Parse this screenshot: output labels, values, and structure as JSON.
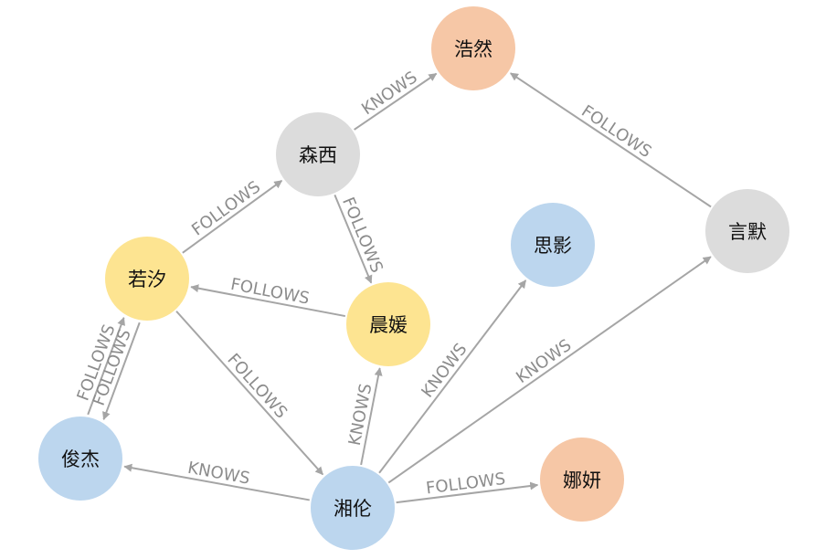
{
  "colors": {
    "edge": "#a5a5a5",
    "edge_label": "#8c8c8c",
    "node_label": "#111111",
    "orange": "#f6c7a6",
    "gray": "#dcdcdc",
    "yellow": "#fde491",
    "blue": "#bcd6ee"
  },
  "nodes": [
    {
      "id": "haoran",
      "label": "浩然",
      "color": "orange"
    },
    {
      "id": "senxi",
      "label": "森西",
      "color": "gray"
    },
    {
      "id": "yanmo",
      "label": "言默",
      "color": "gray"
    },
    {
      "id": "siying",
      "label": "思影",
      "color": "blue"
    },
    {
      "id": "ruoxi",
      "label": "若汐",
      "color": "yellow"
    },
    {
      "id": "chenyuan",
      "label": "晨媛",
      "color": "yellow"
    },
    {
      "id": "junjie",
      "label": "俊杰",
      "color": "blue"
    },
    {
      "id": "xianglun",
      "label": "湘伦",
      "color": "blue"
    },
    {
      "id": "nayan",
      "label": "娜妍",
      "color": "orange"
    }
  ],
  "edges": [
    {
      "source": "senxi",
      "target": "haoran",
      "label": "KNOWS"
    },
    {
      "source": "yanmo",
      "target": "haoran",
      "label": "FOLLOWS"
    },
    {
      "source": "ruoxi",
      "target": "senxi",
      "label": "FOLLOWS"
    },
    {
      "source": "senxi",
      "target": "chenyuan",
      "label": "FOLLOWS"
    },
    {
      "source": "chenyuan",
      "target": "ruoxi",
      "label": "FOLLOWS"
    },
    {
      "source": "junjie",
      "target": "ruoxi",
      "label": "FOLLOWS"
    },
    {
      "source": "ruoxi",
      "target": "junjie",
      "label": "FOLLOWS"
    },
    {
      "source": "ruoxi",
      "target": "xianglun",
      "label": "FOLLOWS"
    },
    {
      "source": "xianglun",
      "target": "chenyuan",
      "label": "KNOWS"
    },
    {
      "source": "xianglun",
      "target": "siying",
      "label": "KNOWS"
    },
    {
      "source": "xianglun",
      "target": "yanmo",
      "label": "KNOWS"
    },
    {
      "source": "xianglun",
      "target": "junjie",
      "label": "KNOWS"
    },
    {
      "source": "xianglun",
      "target": "nayan",
      "label": "FOLLOWS"
    }
  ]
}
